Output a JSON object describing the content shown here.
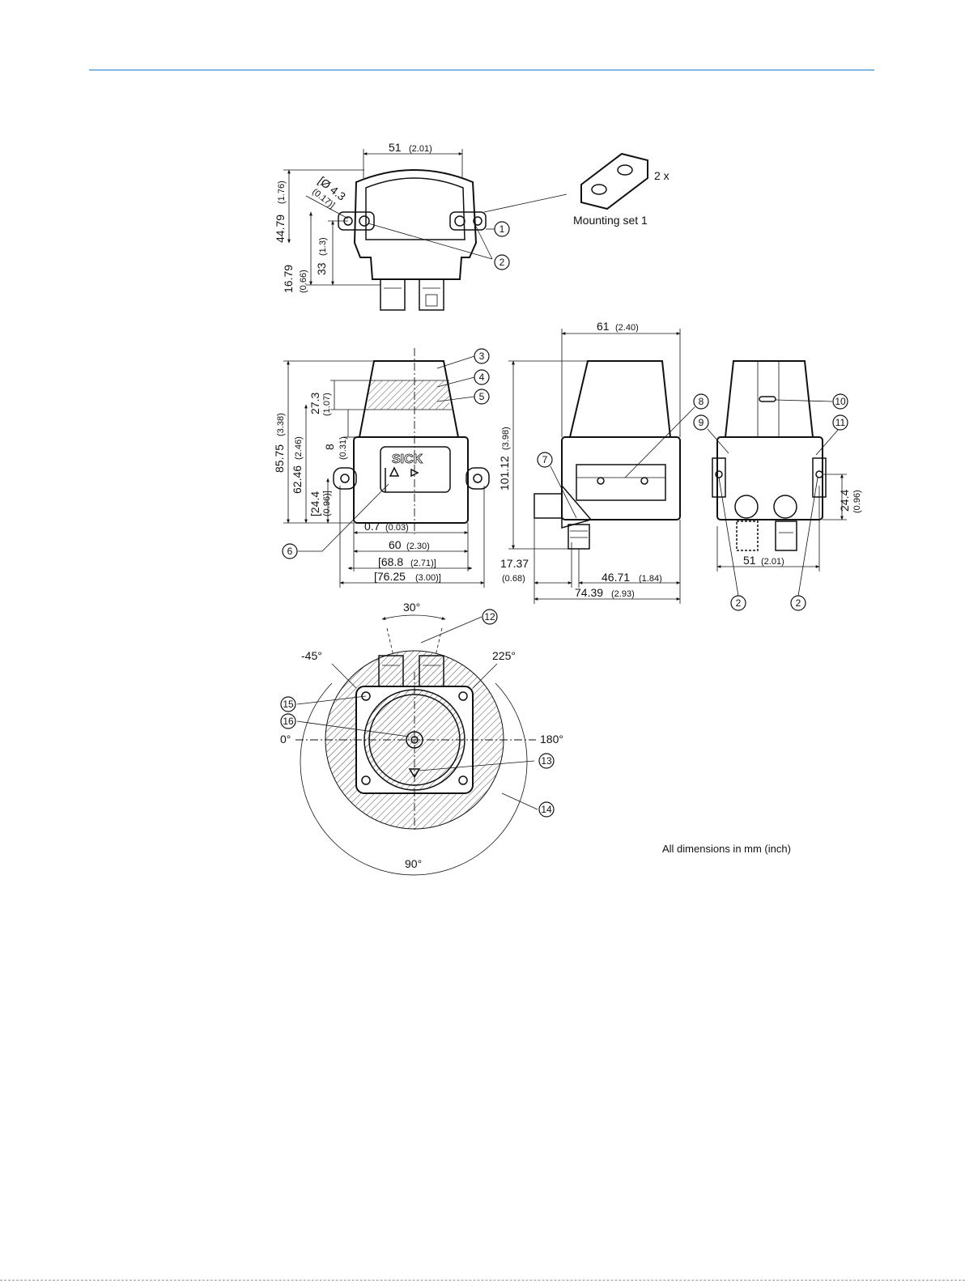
{
  "top_view": {
    "dim_width": "51",
    "dim_width_in": "(2.01)",
    "dim_height": "44.79",
    "dim_height_in": "(1.76)",
    "dim_hole": "[Ø 4.3",
    "dim_hole_in": "(0.17)]",
    "dim_bottom": "16.79",
    "dim_bottom_in": "(0.66)",
    "dim_mid": "33",
    "dim_mid_in": "(1.3)",
    "callout_1": "1",
    "callout_2": "2"
  },
  "mounting_set": {
    "label": "Mounting set 1",
    "qty": "2 x"
  },
  "front_view": {
    "brand": "SICK",
    "dim_total_h": "85.75",
    "dim_total_h_in": "(3.38)",
    "dim_h2": "62.46",
    "dim_h2_in": "(2.46)",
    "dim_h3": "[24.4",
    "dim_h3_in": "(0.96)]",
    "dim_band": "27.3",
    "dim_band_in": "(1.07)",
    "dim_8": "8",
    "dim_8_in": "(0.31)",
    "dim_07": "0.7",
    "dim_07_in": "(0.03)",
    "dim_60": "60",
    "dim_60_in": "(2.30)",
    "dim_688": "[68.8",
    "dim_688_in": "(2.71)]",
    "dim_7625": "[76.25",
    "dim_7625_in": "(3.00)]",
    "callout_3": "3",
    "callout_4": "4",
    "callout_5": "5",
    "callout_6": "6"
  },
  "side_view": {
    "dim_61": "61",
    "dim_61_in": "(2.40)",
    "dim_101": "101.12",
    "dim_101_in": "(3.98)",
    "dim_1737": "17.37",
    "dim_1737_in": "(0.68)",
    "dim_4671": "46.71",
    "dim_4671_in": "(1.84)",
    "dim_7439": "74.39",
    "dim_7439_in": "(2.93)",
    "callout_7": "7",
    "callout_8": "8"
  },
  "rear_view": {
    "dim_244": "24.4",
    "dim_244_in": "(0.96)",
    "dim_51": "51",
    "dim_51_in": "(2.01)",
    "callout_9": "9",
    "callout_10": "10",
    "callout_11": "11",
    "callout_2": "2"
  },
  "bottom_view": {
    "angle_30": "30°",
    "angle_m45": "-45°",
    "angle_225": "225°",
    "angle_0": "0°",
    "angle_180": "180°",
    "angle_90": "90°",
    "callout_12": "12",
    "callout_13": "13",
    "callout_14": "14",
    "callout_15": "15",
    "callout_16": "16"
  },
  "note": "All dimensions in mm (inch)"
}
